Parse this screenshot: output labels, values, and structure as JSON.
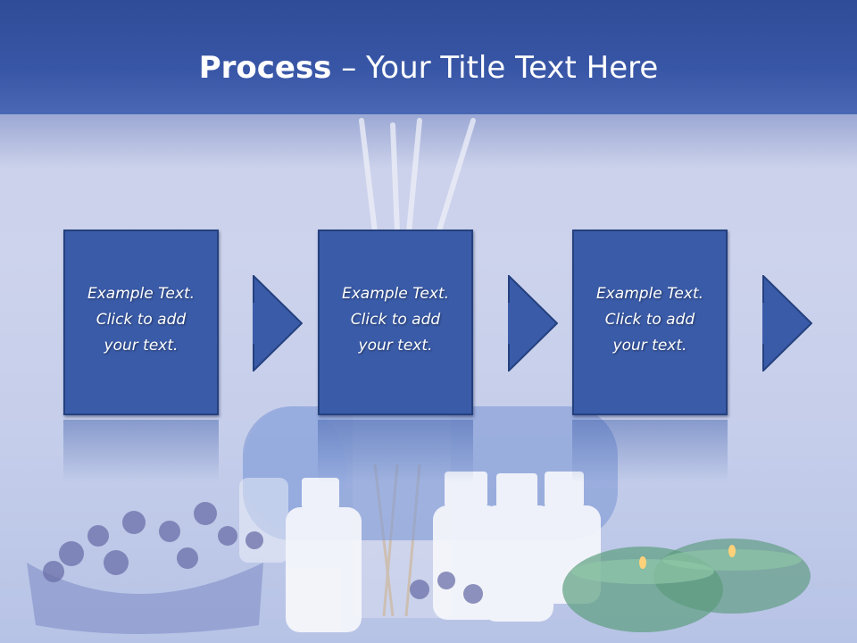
{
  "slide": {
    "title_bold": "Process",
    "title_rest": " – Your Title Text Here"
  },
  "steps": [
    {
      "text": "Example Text.\nClick  to add\nyour text."
    },
    {
      "text": "Example Text.\nClick  to add\nyour text."
    },
    {
      "text": "Example Text.\nClick  to add\nyour text."
    }
  ],
  "colors": {
    "header": "#3856a6",
    "box_fill": "#3a5ba8",
    "box_border": "#24407e",
    "text": "#ffffff"
  },
  "icons": [
    "right-arrow-icon",
    "spa-background-image"
  ]
}
